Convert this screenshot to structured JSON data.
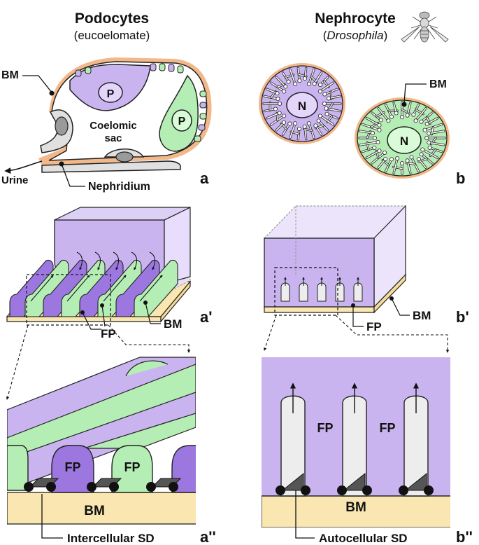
{
  "headers": {
    "left_title": "Podocytes",
    "left_subtitle": "(eucoelomate)",
    "right_title": "Nephrocyte",
    "right_subtitle": "Drosophila"
  },
  "panel_a": {
    "bm": "BM",
    "p1": "P",
    "p2": "P",
    "coelomic_1": "Coelomic",
    "coelomic_2": "sac",
    "urine": "Urine",
    "nephridium": "Nephridium",
    "letter": "a"
  },
  "panel_b": {
    "n1": "N",
    "n2": "N",
    "bm": "BM",
    "letter": "b"
  },
  "panel_a1": {
    "fp": "FP",
    "bm": "BM",
    "letter": "a'"
  },
  "panel_b1": {
    "fp": "FP",
    "bm": "BM",
    "letter": "b'"
  },
  "panel_a2": {
    "fp1": "FP",
    "fp2": "FP",
    "bm": "BM",
    "sd": "Intercellular SD",
    "letter": "a''"
  },
  "panel_b2": {
    "fp1": "FP",
    "fp2": "FP",
    "bm": "BM",
    "sd": "Autocellular SD",
    "letter": "b''"
  },
  "colors": {
    "purple": "#c9b4f0",
    "purple_dark": "#9d77e0",
    "green": "#b5eeb5",
    "bm": "#f9e6b0",
    "bm_orange": "#f3b889",
    "grey": "#e6e6e6"
  }
}
